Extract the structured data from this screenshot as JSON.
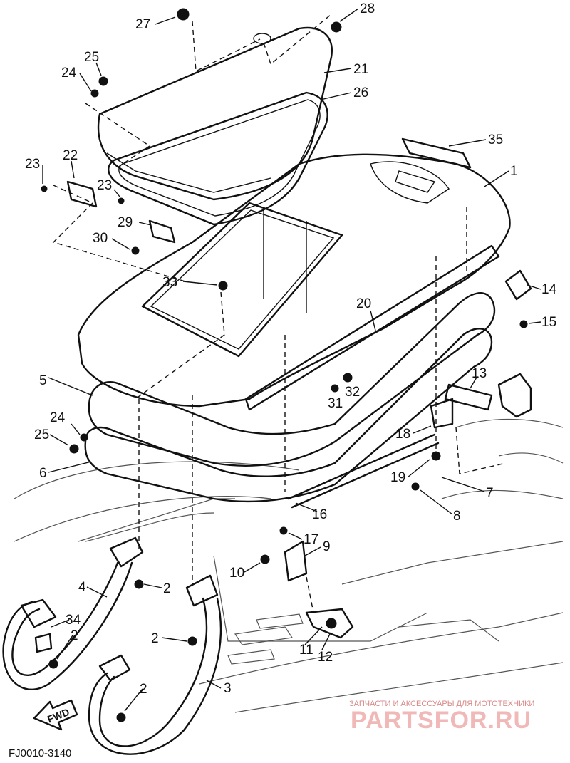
{
  "diagram": {
    "figure_code": "FJ0010-3140",
    "fwd_arrow": "FWD",
    "callouts": [
      "1",
      "2",
      "3",
      "4",
      "5",
      "6",
      "7",
      "8",
      "9",
      "10",
      "11",
      "12",
      "13",
      "14",
      "15",
      "16",
      "17",
      "18",
      "19",
      "20",
      "21",
      "22",
      "23",
      "24",
      "25",
      "26",
      "27",
      "28",
      "29",
      "30",
      "31",
      "32",
      "33",
      "34",
      "35"
    ]
  },
  "watermark": {
    "tagline": "ЗАПЧАСТИ И АКСЕССУАРЫ ДЛЯ МОТОТЕХНИКИ",
    "brand": "PARTSFOR.RU"
  }
}
